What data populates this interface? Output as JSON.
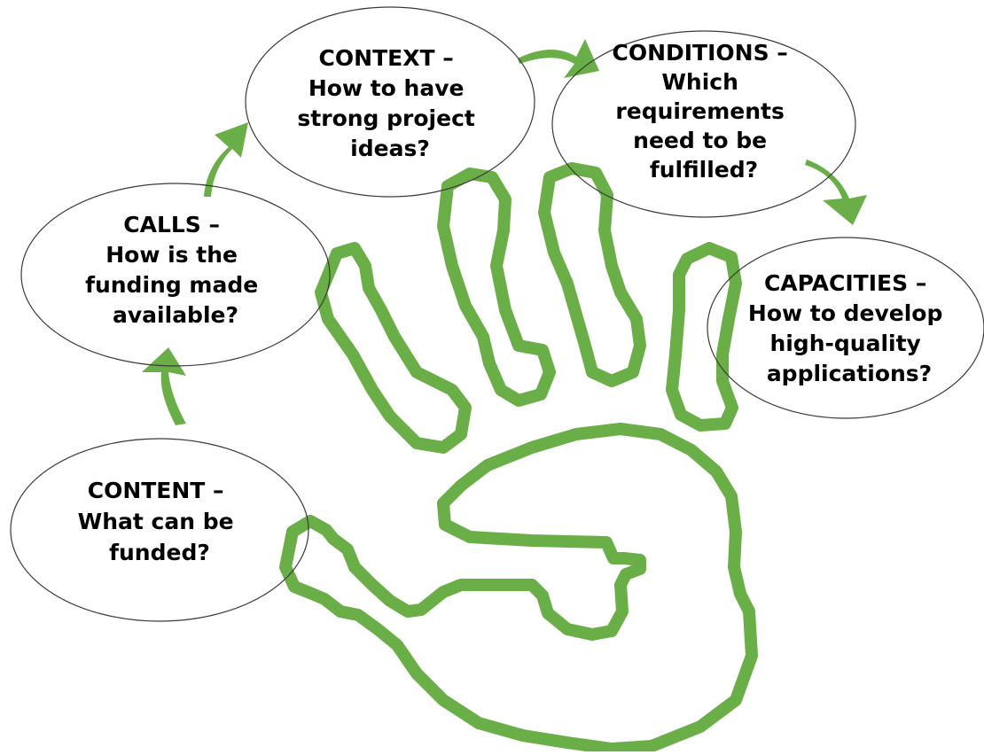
{
  "colors": {
    "hand_stroke": "#6aae47",
    "arrow_fill": "#6aae47",
    "bubble_stroke": "#3a3a3a",
    "text": "#000000"
  },
  "bubbles": [
    {
      "id": "content",
      "lines": [
        "CONTENT –",
        "What can be",
        "funded?"
      ]
    },
    {
      "id": "calls",
      "lines": [
        "CALLS –",
        "How is the",
        "funding made",
        "available?"
      ]
    },
    {
      "id": "context",
      "lines": [
        "CONTEXT –",
        "How to have",
        "strong project",
        "ideas?"
      ]
    },
    {
      "id": "conditions",
      "lines": [
        "CONDITIONS –",
        "Which",
        "requirements",
        "need to be",
        "fulfilled?"
      ]
    },
    {
      "id": "capacities",
      "lines": [
        "CAPACITIES –",
        "How to develop",
        "high-quality",
        "applications?"
      ]
    }
  ]
}
